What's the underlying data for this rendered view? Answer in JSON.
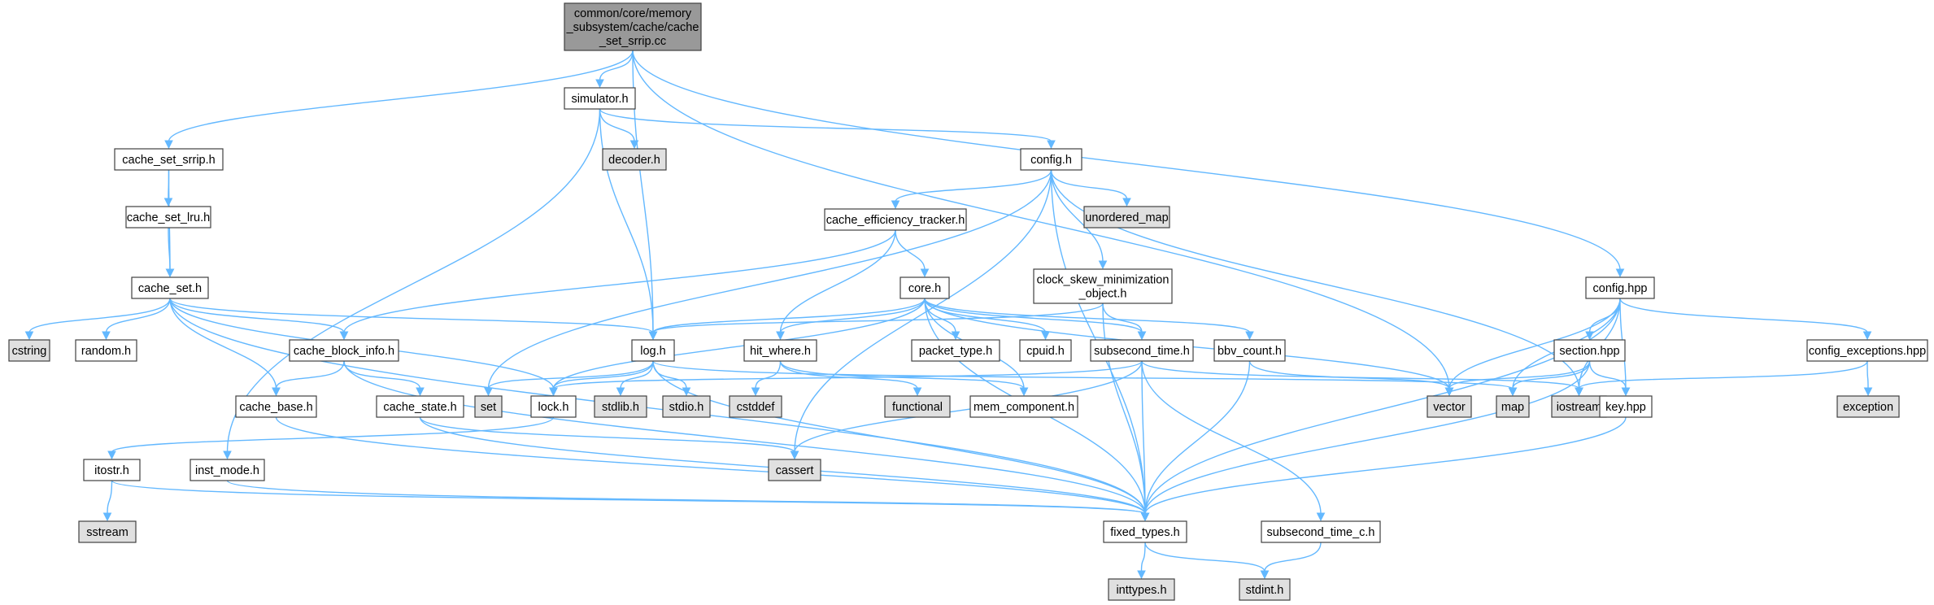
{
  "colors": {
    "root_fill": "#999999",
    "file_fill": "#ffffff",
    "external_fill": "#e0e0e0",
    "border": "#404040",
    "edge": "#63b8ff"
  },
  "nodes": [
    {
      "id": "root",
      "lines": [
        "common/core/memory",
        "_subsystem/cache/cache",
        "_set_srrip.cc"
      ],
      "kind": "root"
    },
    {
      "id": "simulator_h",
      "lines": [
        "simulator.h"
      ],
      "kind": "file"
    },
    {
      "id": "cache_set_srrip_h",
      "lines": [
        "cache_set_srrip.h"
      ],
      "kind": "file"
    },
    {
      "id": "decoder_h",
      "lines": [
        "decoder.h"
      ],
      "kind": "external"
    },
    {
      "id": "config_h",
      "lines": [
        "config.h"
      ],
      "kind": "file"
    },
    {
      "id": "cache_set_lru_h",
      "lines": [
        "cache_set_lru.h"
      ],
      "kind": "file"
    },
    {
      "id": "unordered_map",
      "lines": [
        "unordered_map"
      ],
      "kind": "external"
    },
    {
      "id": "cache_efficiency_tracker_h",
      "lines": [
        "cache_efficiency_tracker.h"
      ],
      "kind": "file"
    },
    {
      "id": "cache_set_h",
      "lines": [
        "cache_set.h"
      ],
      "kind": "file"
    },
    {
      "id": "clock_skew",
      "lines": [
        "clock_skew_minimization",
        "_object.h"
      ],
      "kind": "file"
    },
    {
      "id": "core_h",
      "lines": [
        "core.h"
      ],
      "kind": "file"
    },
    {
      "id": "config_hpp",
      "lines": [
        "config.hpp"
      ],
      "kind": "file"
    },
    {
      "id": "cstring",
      "lines": [
        "cstring"
      ],
      "kind": "external"
    },
    {
      "id": "random_h",
      "lines": [
        "random.h"
      ],
      "kind": "file"
    },
    {
      "id": "cache_block_info_h",
      "lines": [
        "cache_block_info.h"
      ],
      "kind": "file"
    },
    {
      "id": "log_h",
      "lines": [
        "log.h"
      ],
      "kind": "file"
    },
    {
      "id": "hit_where_h",
      "lines": [
        "hit_where.h"
      ],
      "kind": "file"
    },
    {
      "id": "packet_type_h",
      "lines": [
        "packet_type.h"
      ],
      "kind": "file"
    },
    {
      "id": "cpuid_h",
      "lines": [
        "cpuid.h"
      ],
      "kind": "file"
    },
    {
      "id": "subsecond_time_h",
      "lines": [
        "subsecond_time.h"
      ],
      "kind": "file"
    },
    {
      "id": "bbv_count_h",
      "lines": [
        "bbv_count.h"
      ],
      "kind": "file"
    },
    {
      "id": "section_hpp",
      "lines": [
        "section.hpp"
      ],
      "kind": "file"
    },
    {
      "id": "config_exceptions_hpp",
      "lines": [
        "config_exceptions.hpp"
      ],
      "kind": "file"
    },
    {
      "id": "cache_base_h",
      "lines": [
        "cache_base.h"
      ],
      "kind": "file"
    },
    {
      "id": "cache_state_h",
      "lines": [
        "cache_state.h"
      ],
      "kind": "file"
    },
    {
      "id": "set",
      "lines": [
        "set"
      ],
      "kind": "external"
    },
    {
      "id": "lock_h",
      "lines": [
        "lock.h"
      ],
      "kind": "file"
    },
    {
      "id": "stdlib_h",
      "lines": [
        "stdlib.h"
      ],
      "kind": "external"
    },
    {
      "id": "stdio_h",
      "lines": [
        "stdio.h"
      ],
      "kind": "external"
    },
    {
      "id": "cstddef",
      "lines": [
        "cstddef"
      ],
      "kind": "external"
    },
    {
      "id": "functional",
      "lines": [
        "functional"
      ],
      "kind": "external"
    },
    {
      "id": "mem_component_h",
      "lines": [
        "mem_component.h"
      ],
      "kind": "file"
    },
    {
      "id": "vector",
      "lines": [
        "vector"
      ],
      "kind": "external"
    },
    {
      "id": "map",
      "lines": [
        "map"
      ],
      "kind": "external"
    },
    {
      "id": "iostream",
      "lines": [
        "iostream"
      ],
      "kind": "external"
    },
    {
      "id": "key_hpp",
      "lines": [
        "key.hpp"
      ],
      "kind": "file"
    },
    {
      "id": "exception",
      "lines": [
        "exception"
      ],
      "kind": "external"
    },
    {
      "id": "itostr_h",
      "lines": [
        "itostr.h"
      ],
      "kind": "file"
    },
    {
      "id": "inst_mode_h",
      "lines": [
        "inst_mode.h"
      ],
      "kind": "file"
    },
    {
      "id": "cassert",
      "lines": [
        "cassert"
      ],
      "kind": "external"
    },
    {
      "id": "sstream",
      "lines": [
        "sstream"
      ],
      "kind": "external"
    },
    {
      "id": "fixed_types_h",
      "lines": [
        "fixed_types.h"
      ],
      "kind": "file"
    },
    {
      "id": "subsecond_time_c_h",
      "lines": [
        "subsecond_time_c.h"
      ],
      "kind": "file"
    },
    {
      "id": "inttypes_h",
      "lines": [
        "inttypes.h"
      ],
      "kind": "external"
    },
    {
      "id": "stdint_h",
      "lines": [
        "stdint.h"
      ],
      "kind": "external"
    }
  ],
  "edges": [
    [
      "root",
      "simulator_h"
    ],
    [
      "root",
      "cache_set_srrip_h"
    ],
    [
      "root",
      "log_h"
    ],
    [
      "root",
      "vector"
    ],
    [
      "root",
      "config_hpp"
    ],
    [
      "simulator_h",
      "decoder_h"
    ],
    [
      "simulator_h",
      "config_h"
    ],
    [
      "simulator_h",
      "log_h"
    ],
    [
      "simulator_h",
      "inst_mode_h"
    ],
    [
      "cache_set_srrip_h",
      "cache_set_lru_h"
    ],
    [
      "cache_set_srrip_h",
      "cache_set_h"
    ],
    [
      "cache_set_lru_h",
      "cache_set_h"
    ],
    [
      "config_h",
      "unordered_map"
    ],
    [
      "config_h",
      "cache_efficiency_tracker_h"
    ],
    [
      "config_h",
      "clock_skew"
    ],
    [
      "config_h",
      "set"
    ],
    [
      "config_h",
      "cassert"
    ],
    [
      "config_h",
      "fixed_types_h"
    ],
    [
      "config_h",
      "iostream"
    ],
    [
      "cache_efficiency_tracker_h",
      "core_h"
    ],
    [
      "cache_efficiency_tracker_h",
      "hit_where_h"
    ],
    [
      "cache_efficiency_tracker_h",
      "cache_block_info_h"
    ],
    [
      "cache_set_h",
      "cstring"
    ],
    [
      "cache_set_h",
      "random_h"
    ],
    [
      "cache_set_h",
      "cache_block_info_h"
    ],
    [
      "cache_set_h",
      "cache_base_h"
    ],
    [
      "cache_set_h",
      "log_h"
    ],
    [
      "cache_set_h",
      "lock_h"
    ],
    [
      "cache_set_h",
      "fixed_types_h"
    ],
    [
      "clock_skew",
      "log_h"
    ],
    [
      "clock_skew",
      "subsecond_time_h"
    ],
    [
      "clock_skew",
      "fixed_types_h"
    ],
    [
      "core_h",
      "log_h"
    ],
    [
      "core_h",
      "hit_where_h"
    ],
    [
      "core_h",
      "packet_type_h"
    ],
    [
      "core_h",
      "cpuid_h"
    ],
    [
      "core_h",
      "subsecond_time_h"
    ],
    [
      "core_h",
      "bbv_count_h"
    ],
    [
      "core_h",
      "lock_h"
    ],
    [
      "core_h",
      "mem_component_h"
    ],
    [
      "core_h",
      "fixed_types_h"
    ],
    [
      "core_h",
      "vector"
    ],
    [
      "config_hpp",
      "section_hpp"
    ],
    [
      "config_hpp",
      "config_exceptions_hpp"
    ],
    [
      "config_hpp",
      "key_hpp"
    ],
    [
      "config_hpp",
      "vector"
    ],
    [
      "config_hpp",
      "map"
    ],
    [
      "config_hpp",
      "iostream"
    ],
    [
      "config_hpp",
      "fixed_types_h"
    ],
    [
      "cache_block_info_h",
      "cache_base_h"
    ],
    [
      "cache_block_info_h",
      "cache_state_h"
    ],
    [
      "cache_block_info_h",
      "fixed_types_h"
    ],
    [
      "log_h",
      "set"
    ],
    [
      "log_h",
      "lock_h"
    ],
    [
      "log_h",
      "stdlib_h"
    ],
    [
      "log_h",
      "stdio_h"
    ],
    [
      "log_h",
      "map"
    ],
    [
      "log_h",
      "fixed_types_h"
    ],
    [
      "hit_where_h",
      "cstddef"
    ],
    [
      "hit_where_h",
      "functional"
    ],
    [
      "hit_where_h",
      "mem_component_h"
    ],
    [
      "subsecond_time_h",
      "lock_h"
    ],
    [
      "subsecond_time_h",
      "iostream"
    ],
    [
      "subsecond_time_h",
      "cassert"
    ],
    [
      "subsecond_time_h",
      "fixed_types_h"
    ],
    [
      "subsecond_time_h",
      "subsecond_time_c_h"
    ],
    [
      "bbv_count_h",
      "vector"
    ],
    [
      "bbv_count_h",
      "fixed_types_h"
    ],
    [
      "section_hpp",
      "vector"
    ],
    [
      "section_hpp",
      "map"
    ],
    [
      "section_hpp",
      "key_hpp"
    ],
    [
      "section_hpp",
      "fixed_types_h"
    ],
    [
      "config_exceptions_hpp",
      "iostream"
    ],
    [
      "config_exceptions_hpp",
      "exception"
    ],
    [
      "key_hpp",
      "fixed_types_h"
    ],
    [
      "cache_base_h",
      "fixed_types_h"
    ],
    [
      "cache_state_h",
      "cassert"
    ],
    [
      "cache_state_h",
      "fixed_types_h"
    ],
    [
      "lock_h",
      "itostr_h"
    ],
    [
      "itostr_h",
      "sstream"
    ],
    [
      "itostr_h",
      "fixed_types_h"
    ],
    [
      "inst_mode_h",
      "fixed_types_h"
    ],
    [
      "fixed_types_h",
      "inttypes_h"
    ],
    [
      "fixed_types_h",
      "stdint_h"
    ],
    [
      "subsecond_time_c_h",
      "stdint_h"
    ]
  ]
}
